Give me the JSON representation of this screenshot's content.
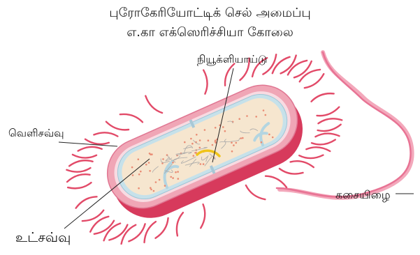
{
  "title": {
    "line1": "புரோகேரியோட்டிக் செல் அமைப்பு",
    "line2": "எ.கா எக்ஸெரிச்சியா கோலை"
  },
  "labels": {
    "nucleoid": "நியூக்ளியாய்டு",
    "cell_wall": "வெளிசவ்வு",
    "cytoplasm": "உட்சவ்வு",
    "flagellum": "கசையிழை"
  },
  "colors": {
    "pili": "#e24a68",
    "outer_membrane": "#f0a6b6",
    "cell_wall_band": "#d73a5c",
    "periplasm": "#f7d3dc",
    "inner_membrane": "#b9d9e6",
    "cytoplasm": "#f6e6cf",
    "nucleoid_dna": "#a9a9a9",
    "plasmid": "#f0c419",
    "ribosome": "#e98c74",
    "flagellum": "#ec7f9c",
    "leader_line": "#222222"
  },
  "icons": {
    "cell": "bacterium-rod-cell",
    "dna": "nucleoid-dna-tangle",
    "plasmid": "plasmid-arc"
  }
}
